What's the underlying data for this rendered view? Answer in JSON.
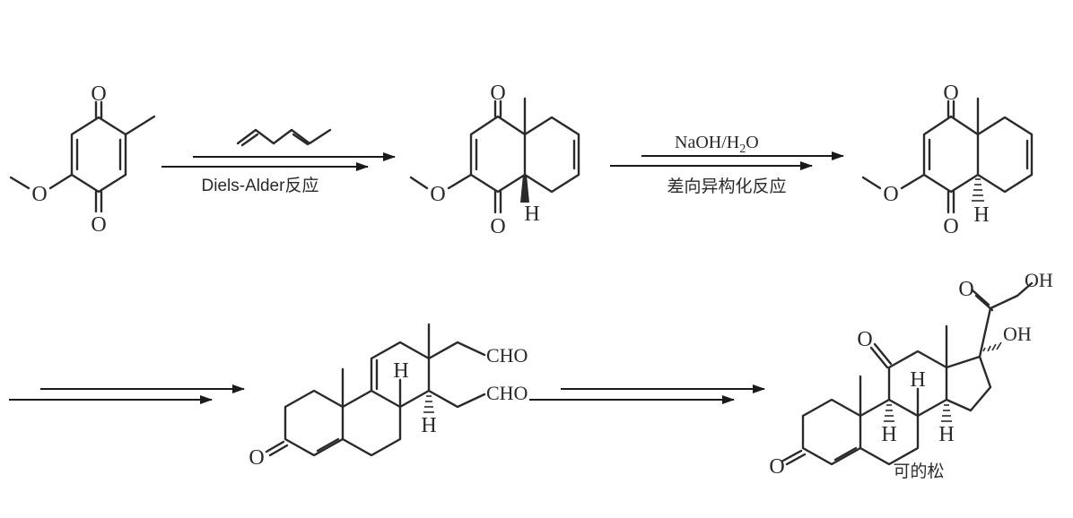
{
  "reactions": [
    {
      "reagent_above": "NaOH/H",
      "reagent_above_sub": "2",
      "reagent_above_tail": "O",
      "condition_below": "差向异构化反应"
    },
    {
      "condition_below": "Diels-Alder反应"
    }
  ],
  "labels": {
    "product_name": "可的松",
    "atom_O": "O",
    "atom_H": "H",
    "group_CHO": "CHO",
    "group_OH": "OH"
  }
}
